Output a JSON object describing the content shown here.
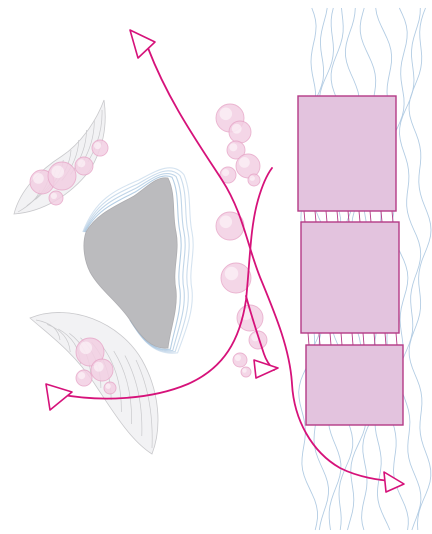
{
  "colors": {
    "background": "#ffffff",
    "path_magenta": "#d6127a",
    "block_fill": "#e3c3de",
    "block_stroke": "#b43a86",
    "contour_blue": "#a6c4df",
    "landform_gray": "#b8b8bb",
    "hatch_gray": "#c9c9cc",
    "bubble_fill": "#f3cfe3",
    "bubble_stroke": "#e7a7c8"
  },
  "icons": {
    "arrowhead": "triangle-arrow-icon",
    "bubble": "circle-node-icon"
  },
  "diagram": {
    "blocks": 3,
    "paths": 3,
    "arrowheads": 4
  }
}
